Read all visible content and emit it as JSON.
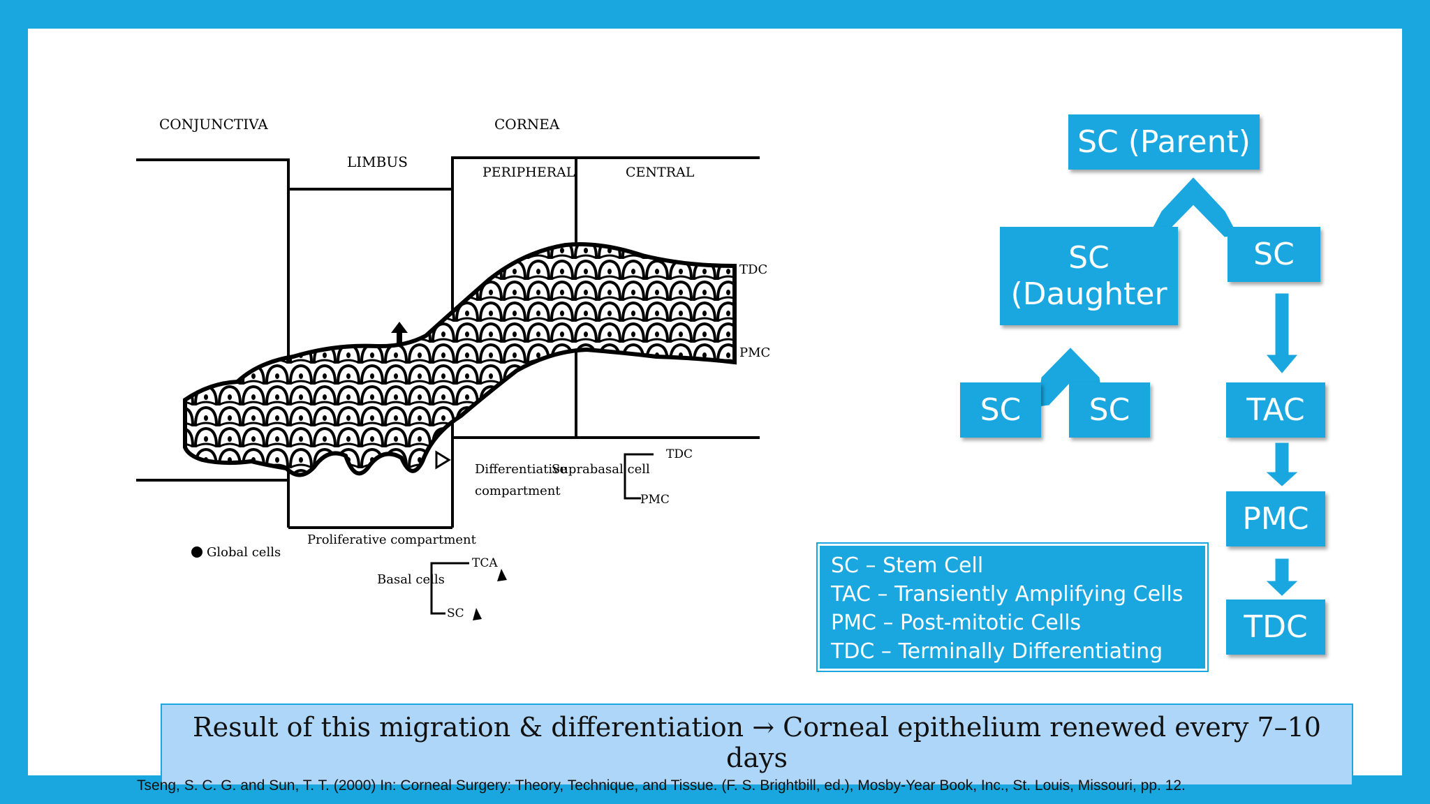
{
  "figure": {
    "conjunctiva_label": "CONJUNCTIVA",
    "cornea_label": "CORNEA",
    "limbus_label": "LIMBUS",
    "peripheral_label": "PERIPHERAL",
    "central_label": "CENTRAL",
    "tdc_label": "TDC",
    "pmc_label": "PMC",
    "differentiative_line1": "Differentiative",
    "differentiative_line2": "compartment",
    "suprabasal_label": "Suprabasal cell",
    "tdc_small_label": "TDC",
    "pmc_small_label": "PMC",
    "global_cells_label": "Global cells",
    "proliferative_label": "Proliferative compartment",
    "basal_cells_label": "Basal cells",
    "tca_label": "TCA",
    "sc_small_label": "SC"
  },
  "flowchart": {
    "parent": "SC (Parent)",
    "daughter_line1": "SC",
    "daughter_line2": "(Daughter",
    "sc_right": "SC",
    "sc_left_child": "SC",
    "sc_right_child": "SC",
    "tac": "TAC",
    "pmc": "PMC",
    "tdc": "TDC"
  },
  "legend": [
    "SC – Stem Cell",
    "TAC – Transiently Amplifying Cells",
    "PMC – Post-mitotic Cells",
    "TDC – Terminally Differentiating"
  ],
  "banner": {
    "text": "Result of this migration & differentiation → Corneal epithelium renewed every 7–10 days"
  },
  "citation": "Tseng, S. C. G. and Sun, T. T. (2000) In: Corneal Surgery: Theory, Technique, and Tissue. (F. S. Brightbill, ed.), Mosby-Year Book, Inc., St. Louis, Missouri, pp. 12.",
  "colors": {
    "accent": "#1aa7e0",
    "banner_bg": "#aed6f8",
    "frame": "#1aa7e0"
  }
}
